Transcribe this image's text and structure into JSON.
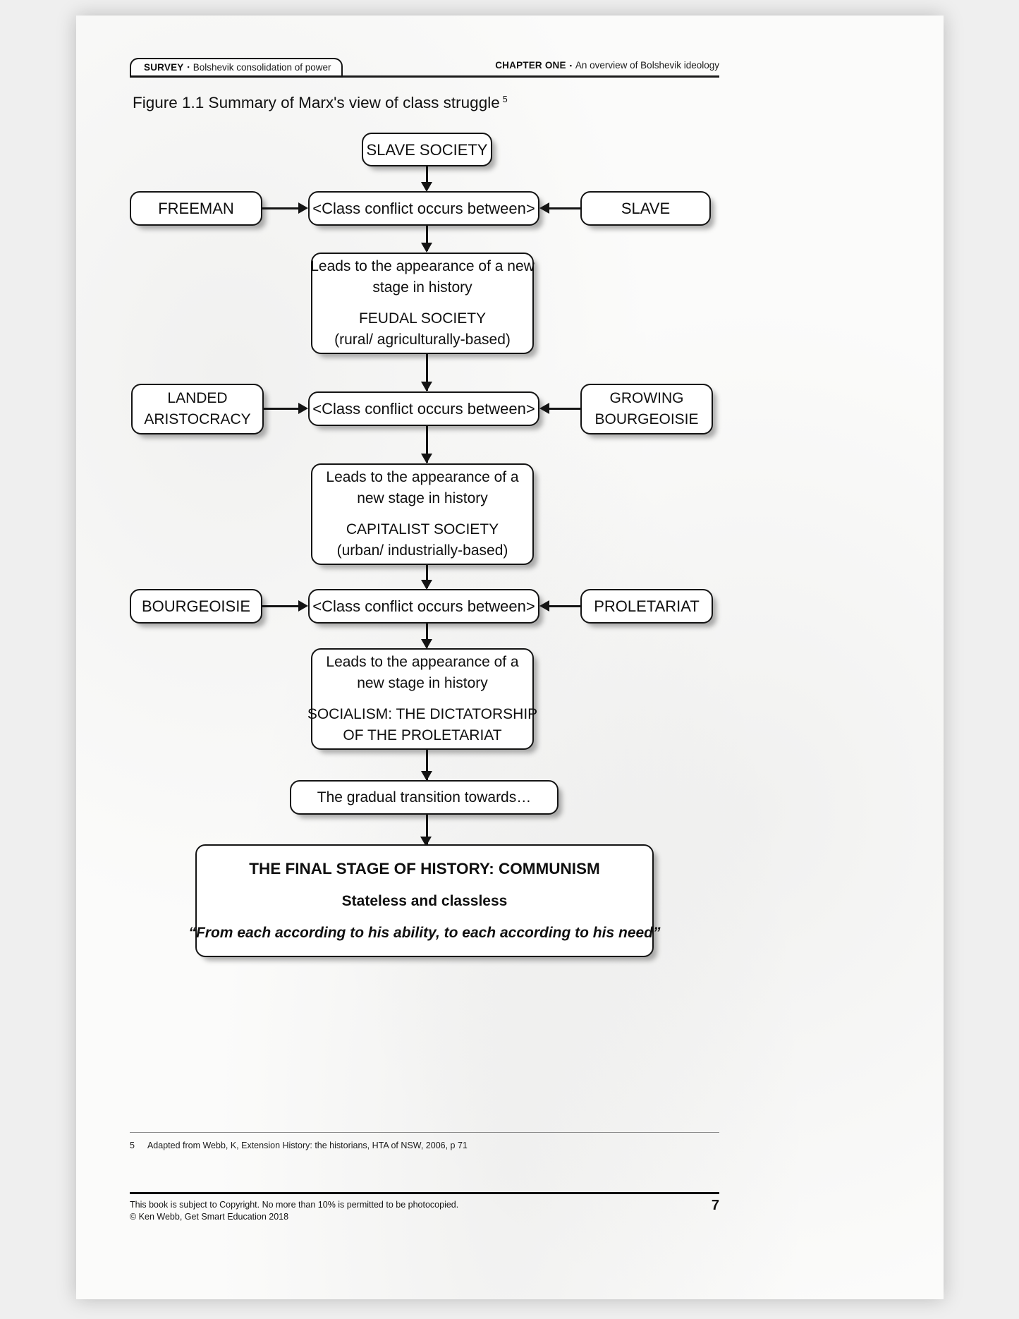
{
  "header": {
    "left_tab": {
      "strong": "SURVEY",
      "separator": "▪",
      "light": "Bolshevik consolidation of power"
    },
    "right": {
      "strong": "CHAPTER ONE",
      "separator": "▪",
      "light": "An overview of Bolshevik ideology"
    }
  },
  "figure": {
    "title": "Figure 1.1 Summary of Marx's view of class struggle",
    "title_footnote_marker": "5"
  },
  "chart_data": {
    "type": "diagram",
    "title": "Figure 1.1 Summary of Marx's view of class struggle",
    "orientation": "top-to-bottom flowchart",
    "nodes": [
      {
        "id": "slave-society",
        "label": "SLAVE SOCIETY"
      },
      {
        "id": "freeman",
        "label": "FREEMAN"
      },
      {
        "id": "conflict-1",
        "label": "<Class conflict occurs between>"
      },
      {
        "id": "slave",
        "label": "SLAVE"
      },
      {
        "id": "feudal-society",
        "lines": [
          "Leads to the appearance of a new",
          "stage in history",
          "FEUDAL SOCIETY",
          "(rural/ agriculturally-based)"
        ]
      },
      {
        "id": "landed-aristocracy",
        "lines": [
          "LANDED",
          "ARISTOCRACY"
        ]
      },
      {
        "id": "conflict-2",
        "label": "<Class conflict occurs between>"
      },
      {
        "id": "growing-bourgeoisie",
        "lines": [
          "GROWING",
          "BOURGEOISIE"
        ]
      },
      {
        "id": "capitalist-society",
        "lines": [
          "Leads to the appearance of a",
          "new stage in history",
          "CAPITALIST SOCIETY",
          "(urban/ industrially-based)"
        ]
      },
      {
        "id": "bourgeoisie",
        "label": "BOURGEOISIE"
      },
      {
        "id": "conflict-3",
        "label": "<Class conflict occurs between>"
      },
      {
        "id": "proletariat",
        "label": "PROLETARIAT"
      },
      {
        "id": "socialism",
        "lines": [
          "Leads to the appearance of a",
          "new stage in history",
          "SOCIALISM: THE DICTATORSHIP",
          "OF THE PROLETARIAT"
        ]
      },
      {
        "id": "transition",
        "label": "The gradual transition towards…"
      },
      {
        "id": "communism",
        "lines": [
          "THE FINAL STAGE OF HISTORY: COMMUNISM",
          "Stateless and classless",
          "“From each according to his ability, to each according to his need”"
        ]
      }
    ],
    "edges": [
      {
        "from": "slave-society",
        "to": "conflict-1",
        "direction": "down"
      },
      {
        "from": "freeman",
        "to": "conflict-1",
        "direction": "right"
      },
      {
        "from": "slave",
        "to": "conflict-1",
        "direction": "left"
      },
      {
        "from": "conflict-1",
        "to": "feudal-society",
        "direction": "down"
      },
      {
        "from": "feudal-society",
        "to": "conflict-2",
        "direction": "down"
      },
      {
        "from": "landed-aristocracy",
        "to": "conflict-2",
        "direction": "right"
      },
      {
        "from": "growing-bourgeoisie",
        "to": "conflict-2",
        "direction": "left"
      },
      {
        "from": "conflict-2",
        "to": "capitalist-society",
        "direction": "down"
      },
      {
        "from": "capitalist-society",
        "to": "conflict-3",
        "direction": "down"
      },
      {
        "from": "bourgeoisie",
        "to": "conflict-3",
        "direction": "right"
      },
      {
        "from": "proletariat",
        "to": "conflict-3",
        "direction": "left"
      },
      {
        "from": "conflict-3",
        "to": "socialism",
        "direction": "down"
      },
      {
        "from": "socialism",
        "to": "transition",
        "direction": "down"
      },
      {
        "from": "transition",
        "to": "communism",
        "direction": "down"
      }
    ]
  },
  "nodes": {
    "slave_society": "SLAVE SOCIETY",
    "freeman": "FREEMAN",
    "conflict_1": "<Class conflict occurs between>",
    "slave": "SLAVE",
    "feudal_1": "Leads to the appearance of a new",
    "feudal_2": "stage in history",
    "feudal_3": "FEUDAL SOCIETY",
    "feudal_4": "(rural/ agriculturally-based)",
    "landed_1": "LANDED",
    "landed_2": "ARISTOCRACY",
    "conflict_2": "<Class conflict occurs between>",
    "growing_1": "GROWING",
    "growing_2": "BOURGEOISIE",
    "capitalist_1": "Leads to the appearance of a",
    "capitalist_2": "new stage in history",
    "capitalist_3": "CAPITALIST SOCIETY",
    "capitalist_4": "(urban/ industrially-based)",
    "bourgeoisie": "BOURGEOISIE",
    "conflict_3": "<Class conflict occurs between>",
    "proletariat": "PROLETARIAT",
    "socialism_1": "Leads to the appearance of a",
    "socialism_2": "new stage in history",
    "socialism_3": "SOCIALISM: THE DICTATORSHIP",
    "socialism_4": "OF THE PROLETARIAT",
    "transition": "The gradual transition towards…",
    "communism_1": "THE FINAL STAGE OF HISTORY: COMMUNISM",
    "communism_2": "Stateless and classless",
    "communism_3": "“From each according to his ability, to each according to his need”"
  },
  "footnote": {
    "number": "5",
    "text": "Adapted from Webb, K, Extension History: the historians, HTA of NSW, 2006, p 71"
  },
  "footer": {
    "copyright_line_1": "This book is subject to Copyright. No more than 10% is permitted to be photocopied.",
    "copyright_line_2": "© Ken Webb, Get Smart Education 2018",
    "page_number": "7"
  }
}
